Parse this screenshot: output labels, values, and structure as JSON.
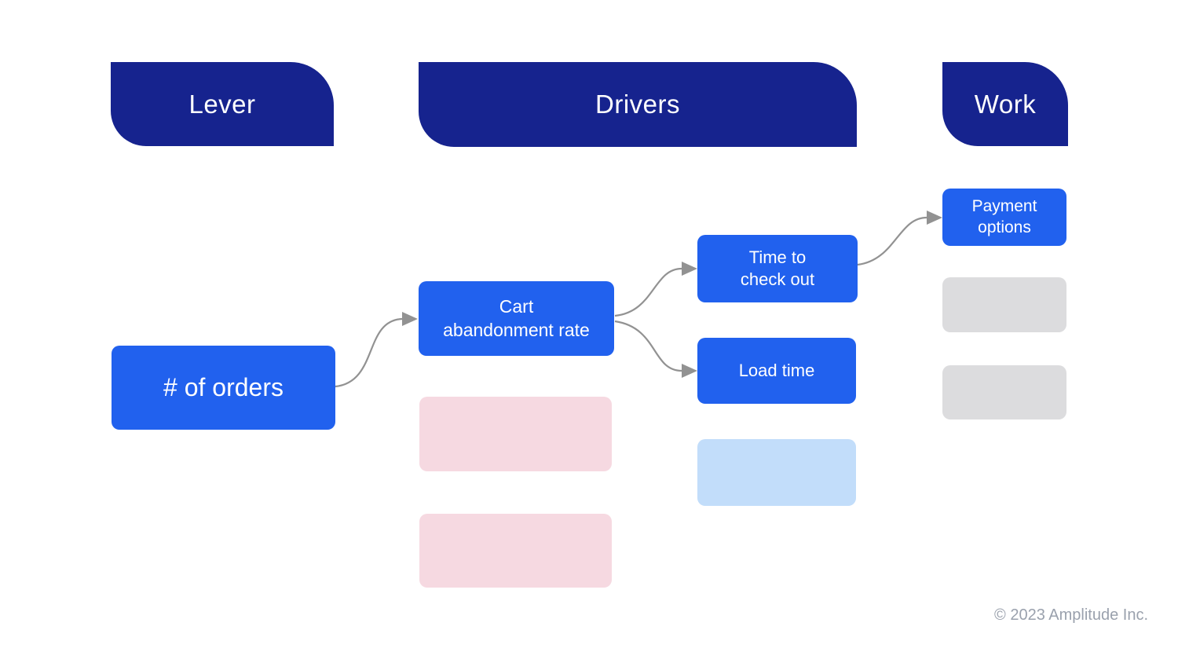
{
  "columns": {
    "lever": {
      "label": "Lever"
    },
    "drivers": {
      "label": "Drivers"
    },
    "work": {
      "label": "Work"
    }
  },
  "nodes": {
    "orders": {
      "label": "# of orders",
      "column": "lever"
    },
    "cart": {
      "label": "Cart\nabandonment rate",
      "column": "drivers"
    },
    "time_to_checkout": {
      "label": "Time to\ncheck out",
      "column": "drivers"
    },
    "load_time": {
      "label": "Load time",
      "column": "drivers"
    },
    "payment_options": {
      "label": "Payment\noptions",
      "column": "work"
    }
  },
  "edges": [
    {
      "from": "orders",
      "to": "cart"
    },
    {
      "from": "cart",
      "to": "time_to_checkout"
    },
    {
      "from": "cart",
      "to": "load_time"
    },
    {
      "from": "time_to_checkout",
      "to": "payment_options"
    }
  ],
  "placeholders": {
    "drivers_pink_count": 2,
    "drivers_light_blue_count": 1,
    "work_gray_count": 2
  },
  "footer": {
    "copyright": "© 2023 Amplitude Inc."
  },
  "colors": {
    "header_navy": "#16238E",
    "node_blue": "#2161EE",
    "placeholder_pink": "#F6D9E1",
    "placeholder_light_blue": "#C2DDFA",
    "placeholder_gray": "#DCDCDE",
    "arrow_gray": "#929292",
    "footer_text": "#9AA1AD"
  }
}
